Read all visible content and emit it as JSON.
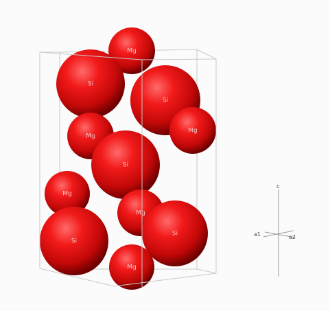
{
  "structure": {
    "atom_color": "#e81010",
    "atoms": [
      {
        "label": "Mg"
      },
      {
        "label": "Si"
      },
      {
        "label": "Si"
      },
      {
        "label": "Mg"
      },
      {
        "label": "Mg"
      },
      {
        "label": "Si"
      },
      {
        "label": "Mg"
      },
      {
        "label": "Mg"
      },
      {
        "label": "Si"
      },
      {
        "label": "Si"
      },
      {
        "label": "Mg"
      }
    ]
  },
  "axes": {
    "c_label": "c",
    "a1_label": "a1",
    "a2_label": "a2"
  }
}
